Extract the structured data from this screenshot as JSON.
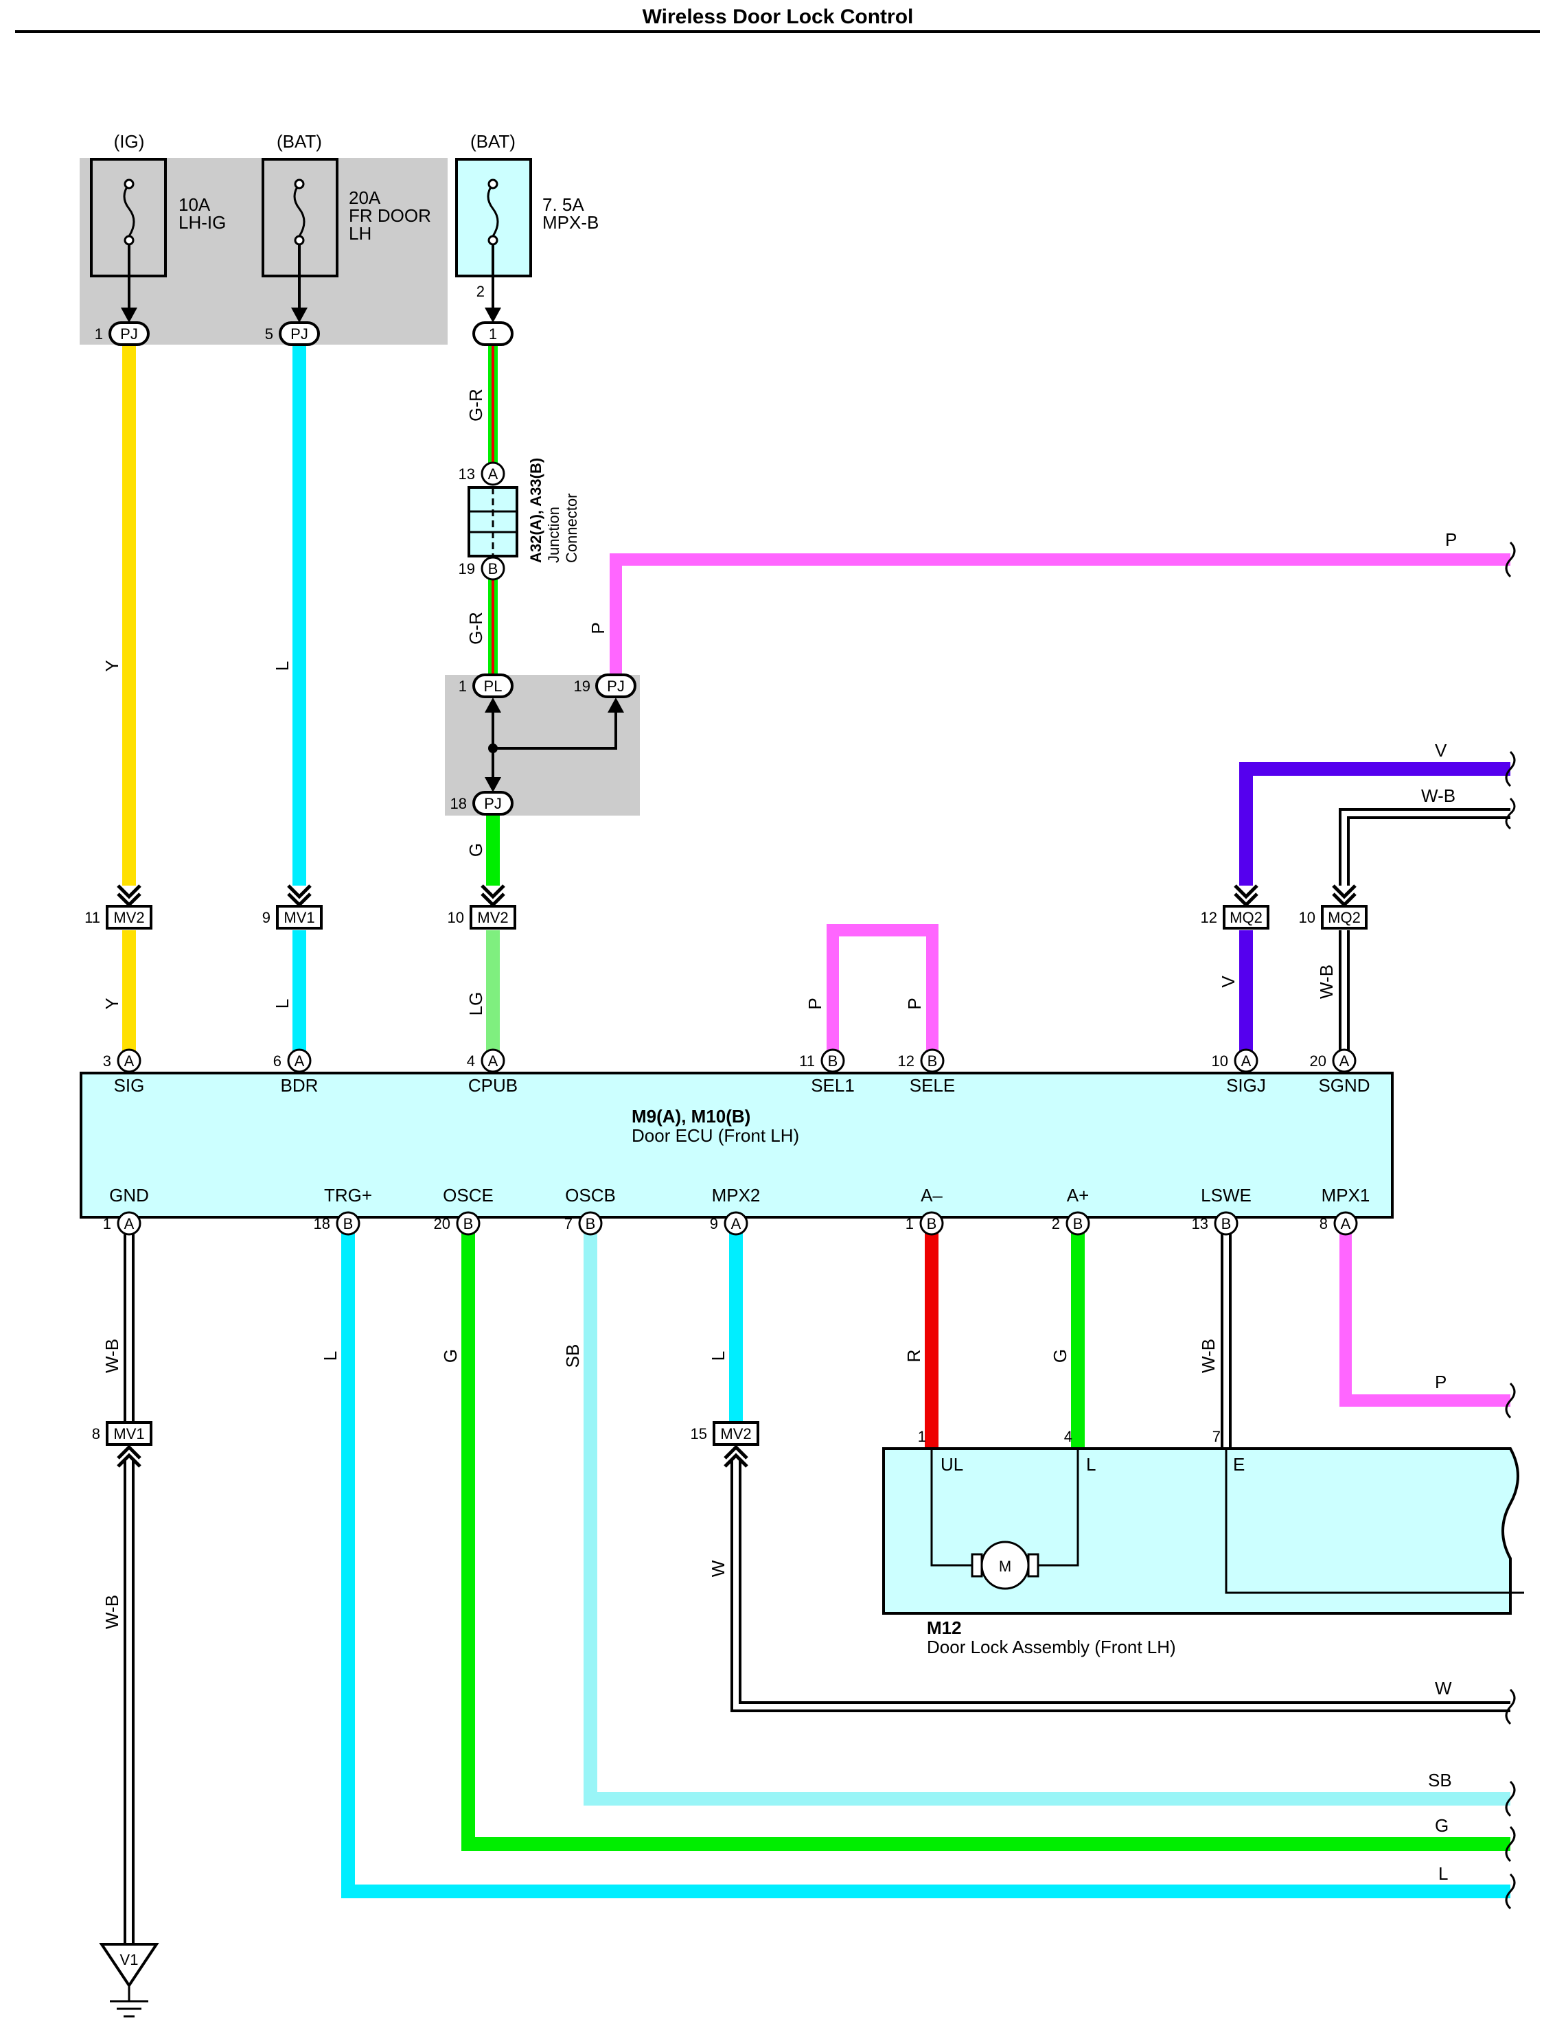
{
  "title": "Wireless Door Lock Control",
  "power_sources": [
    {
      "id": "ig",
      "label": "(IG)"
    },
    {
      "id": "bat1",
      "label": "(BAT)"
    },
    {
      "id": "bat2",
      "label": "(BAT)"
    }
  ],
  "fuses": [
    {
      "id": "f1",
      "lines": [
        "10A",
        "LH-IG"
      ]
    },
    {
      "id": "f2",
      "lines": [
        "20A",
        "FR DOOR",
        "LH"
      ]
    },
    {
      "id": "f3",
      "lines": [
        "7. 5A",
        "MPX-B"
      ]
    }
  ],
  "junction": {
    "name": "A32(A), A33(B)",
    "desc": [
      "Junction",
      "Connector"
    ]
  },
  "ecu": {
    "name": "M9(A), M10(B)",
    "desc": "Door ECU (Front LH)"
  },
  "door_lock": {
    "name": "M12",
    "desc": "Door Lock Assembly (Front LH)",
    "motor": "M"
  },
  "ground": {
    "label": "V1"
  },
  "connectors": {
    "pj1": {
      "pin": "1",
      "code": "PJ"
    },
    "pj5": {
      "pin": "5",
      "code": "PJ"
    },
    "c1": {
      "pin": "2",
      "code": "1"
    },
    "a13": {
      "pin": "13",
      "code": "A"
    },
    "b19": {
      "pin": "19",
      "code": "B"
    },
    "pl1": {
      "pin": "1",
      "code": "PL"
    },
    "pj19": {
      "pin": "19",
      "code": "PJ"
    },
    "pj18": {
      "pin": "18",
      "code": "PJ"
    },
    "mv2_11": {
      "pin": "11",
      "code": "MV2"
    },
    "mv1_9": {
      "pin": "9",
      "code": "MV1"
    },
    "mv2_10": {
      "pin": "10",
      "code": "MV2"
    },
    "mq2_12": {
      "pin": "12",
      "code": "MQ2"
    },
    "mq2_10": {
      "pin": "10",
      "code": "MQ2"
    },
    "mv1_8": {
      "pin": "8",
      "code": "MV1"
    },
    "mv2_15": {
      "pin": "15",
      "code": "MV2"
    }
  },
  "ecu_top_terminals": [
    {
      "pin": "3",
      "code": "A",
      "name": "SIG"
    },
    {
      "pin": "6",
      "code": "A",
      "name": "BDR"
    },
    {
      "pin": "4",
      "code": "A",
      "name": "CPUB"
    },
    {
      "pin": "11",
      "code": "B",
      "name": "SEL1"
    },
    {
      "pin": "12",
      "code": "B",
      "name": "SELE"
    },
    {
      "pin": "10",
      "code": "A",
      "name": "SIGJ"
    },
    {
      "pin": "20",
      "code": "A",
      "name": "SGND"
    }
  ],
  "ecu_bottom_terminals": [
    {
      "pin": "1",
      "code": "A",
      "name": "GND"
    },
    {
      "pin": "18",
      "code": "B",
      "name": "TRG+"
    },
    {
      "pin": "20",
      "code": "B",
      "name": "OSCE"
    },
    {
      "pin": "7",
      "code": "B",
      "name": "OSCB"
    },
    {
      "pin": "9",
      "code": "A",
      "name": "MPX2"
    },
    {
      "pin": "1",
      "code": "B",
      "name": "A–"
    },
    {
      "pin": "2",
      "code": "B",
      "name": "A+"
    },
    {
      "pin": "13",
      "code": "B",
      "name": "LSWE"
    },
    {
      "pin": "8",
      "code": "A",
      "name": "MPX1"
    }
  ],
  "lock_terminals": [
    {
      "pin": "1",
      "name": "UL"
    },
    {
      "pin": "4",
      "name": "L"
    },
    {
      "pin": "7",
      "name": "E"
    }
  ],
  "wire_labels": {
    "y_top": "Y",
    "l_top": "L",
    "gr_top": "G-R",
    "gr_mid": "G-R",
    "p_vert": "P",
    "p_right": "P",
    "g_mid": "G",
    "y_low": "Y",
    "l_low": "L",
    "lg": "LG",
    "p_sel1": "P",
    "p_sele": "P",
    "v_right": "V",
    "wb_right": "W-B",
    "v_low": "V",
    "wb_low": "W-B",
    "wb_gnd1": "W-B",
    "wb_gnd2": "W-B",
    "l_trg": "L",
    "g_osce": "G",
    "sb_oscb": "SB",
    "l_mpx2": "L",
    "r_am": "R",
    "g_ap": "G",
    "wb_lswe": "W-B",
    "p_mpx1": "P",
    "w_vert": "W",
    "w_right": "W",
    "sb_right": "SB",
    "g_right": "G",
    "l_right": "L"
  },
  "colors": {
    "yellow": "#FFE000",
    "cyan": "#00EEFF",
    "green": "#00EE00",
    "light_green": "#7FEF7F",
    "pink": "#FF66FF",
    "violet": "#5500EE",
    "red": "#EE0000",
    "light_cyan": "#99F5F7",
    "box_fill": "#CCFFFF",
    "gray": "#CCCCCC"
  }
}
